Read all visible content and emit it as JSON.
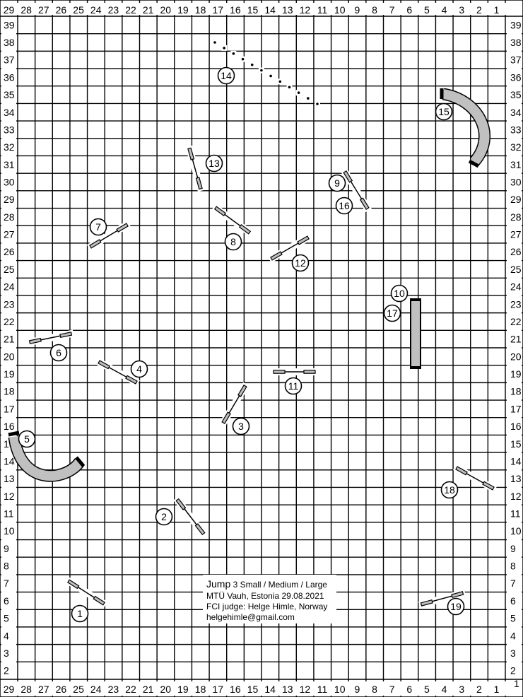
{
  "grid": {
    "column_labels": [
      "29",
      "28",
      "27",
      "26",
      "25",
      "24",
      "23",
      "22",
      "21",
      "20",
      "19",
      "18",
      "17",
      "16",
      "15",
      "14",
      "13",
      "12",
      "11",
      "10",
      "9",
      "8",
      "7",
      "6",
      "5",
      "4",
      "3",
      "2",
      "1"
    ],
    "row_labels": [
      "39",
      "38",
      "37",
      "36",
      "35",
      "34",
      "33",
      "32",
      "31",
      "30",
      "29",
      "28",
      "27",
      "26",
      "25",
      "24",
      "23",
      "22",
      "21",
      "20",
      "19",
      "18",
      "17",
      "16",
      "15",
      "14",
      "13",
      "12",
      "11",
      "10",
      "9",
      "8",
      "7",
      "6",
      "5",
      "4",
      "3",
      "2",
      "1"
    ]
  },
  "course": {
    "obstacle_numbers": {
      "n1": "1",
      "n2": "2",
      "n3": "3",
      "n4": "4",
      "n5": "5",
      "n6": "6",
      "n7": "7",
      "n8": "8",
      "n9": "9",
      "n10": "10",
      "n11": "11",
      "n12": "12",
      "n13": "13",
      "n14": "14",
      "n15": "15",
      "n16": "16",
      "n17": "17",
      "n18": "18",
      "n19": "19"
    },
    "colors": {
      "tunnel_fill": "#c0c0c0",
      "jump_bar": "#bdbdbd",
      "line": "#000000"
    }
  },
  "info": {
    "title": "Jump",
    "subtitle": " 3 Small / Medium / Large",
    "club_date": "MTÜ Vauh, Estonia 29.08.2021",
    "judge": "FCI judge: Helge Himle, Norway",
    "email": "helgehimle@gmail.com"
  }
}
